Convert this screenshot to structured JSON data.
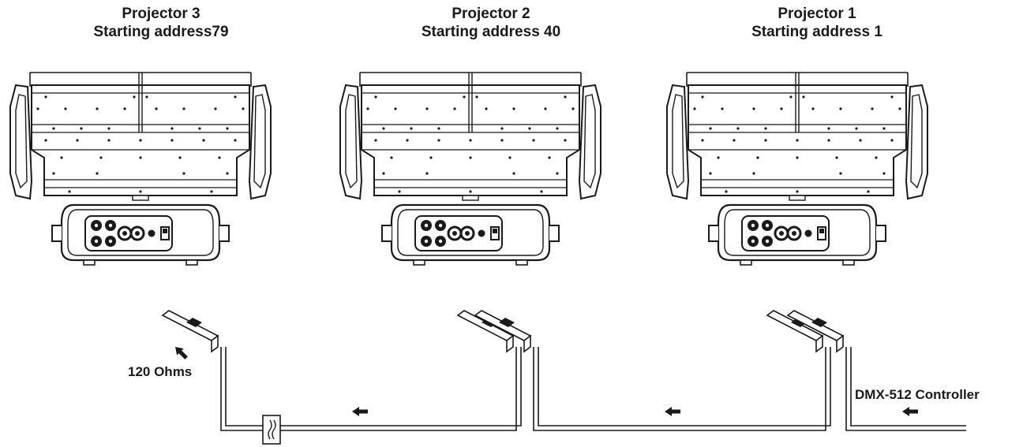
{
  "projectors": [
    {
      "name": "Projector 3",
      "address": "Starting address79"
    },
    {
      "name": "Projector 2",
      "address": "Starting address 40"
    },
    {
      "name": "Projector 1",
      "address": "Starting address 1"
    }
  ],
  "labels": {
    "terminator": "120 Ohms",
    "controller": "DMX-512 Controller"
  },
  "icons": [
    "arrow-left-icon",
    "arrow-up-left-icon",
    "xlr-connector-icon",
    "terminator-icon"
  ],
  "colors": {
    "line": "#1a1a1a",
    "fill": "#ffffff",
    "text": "#1a1a1a"
  }
}
